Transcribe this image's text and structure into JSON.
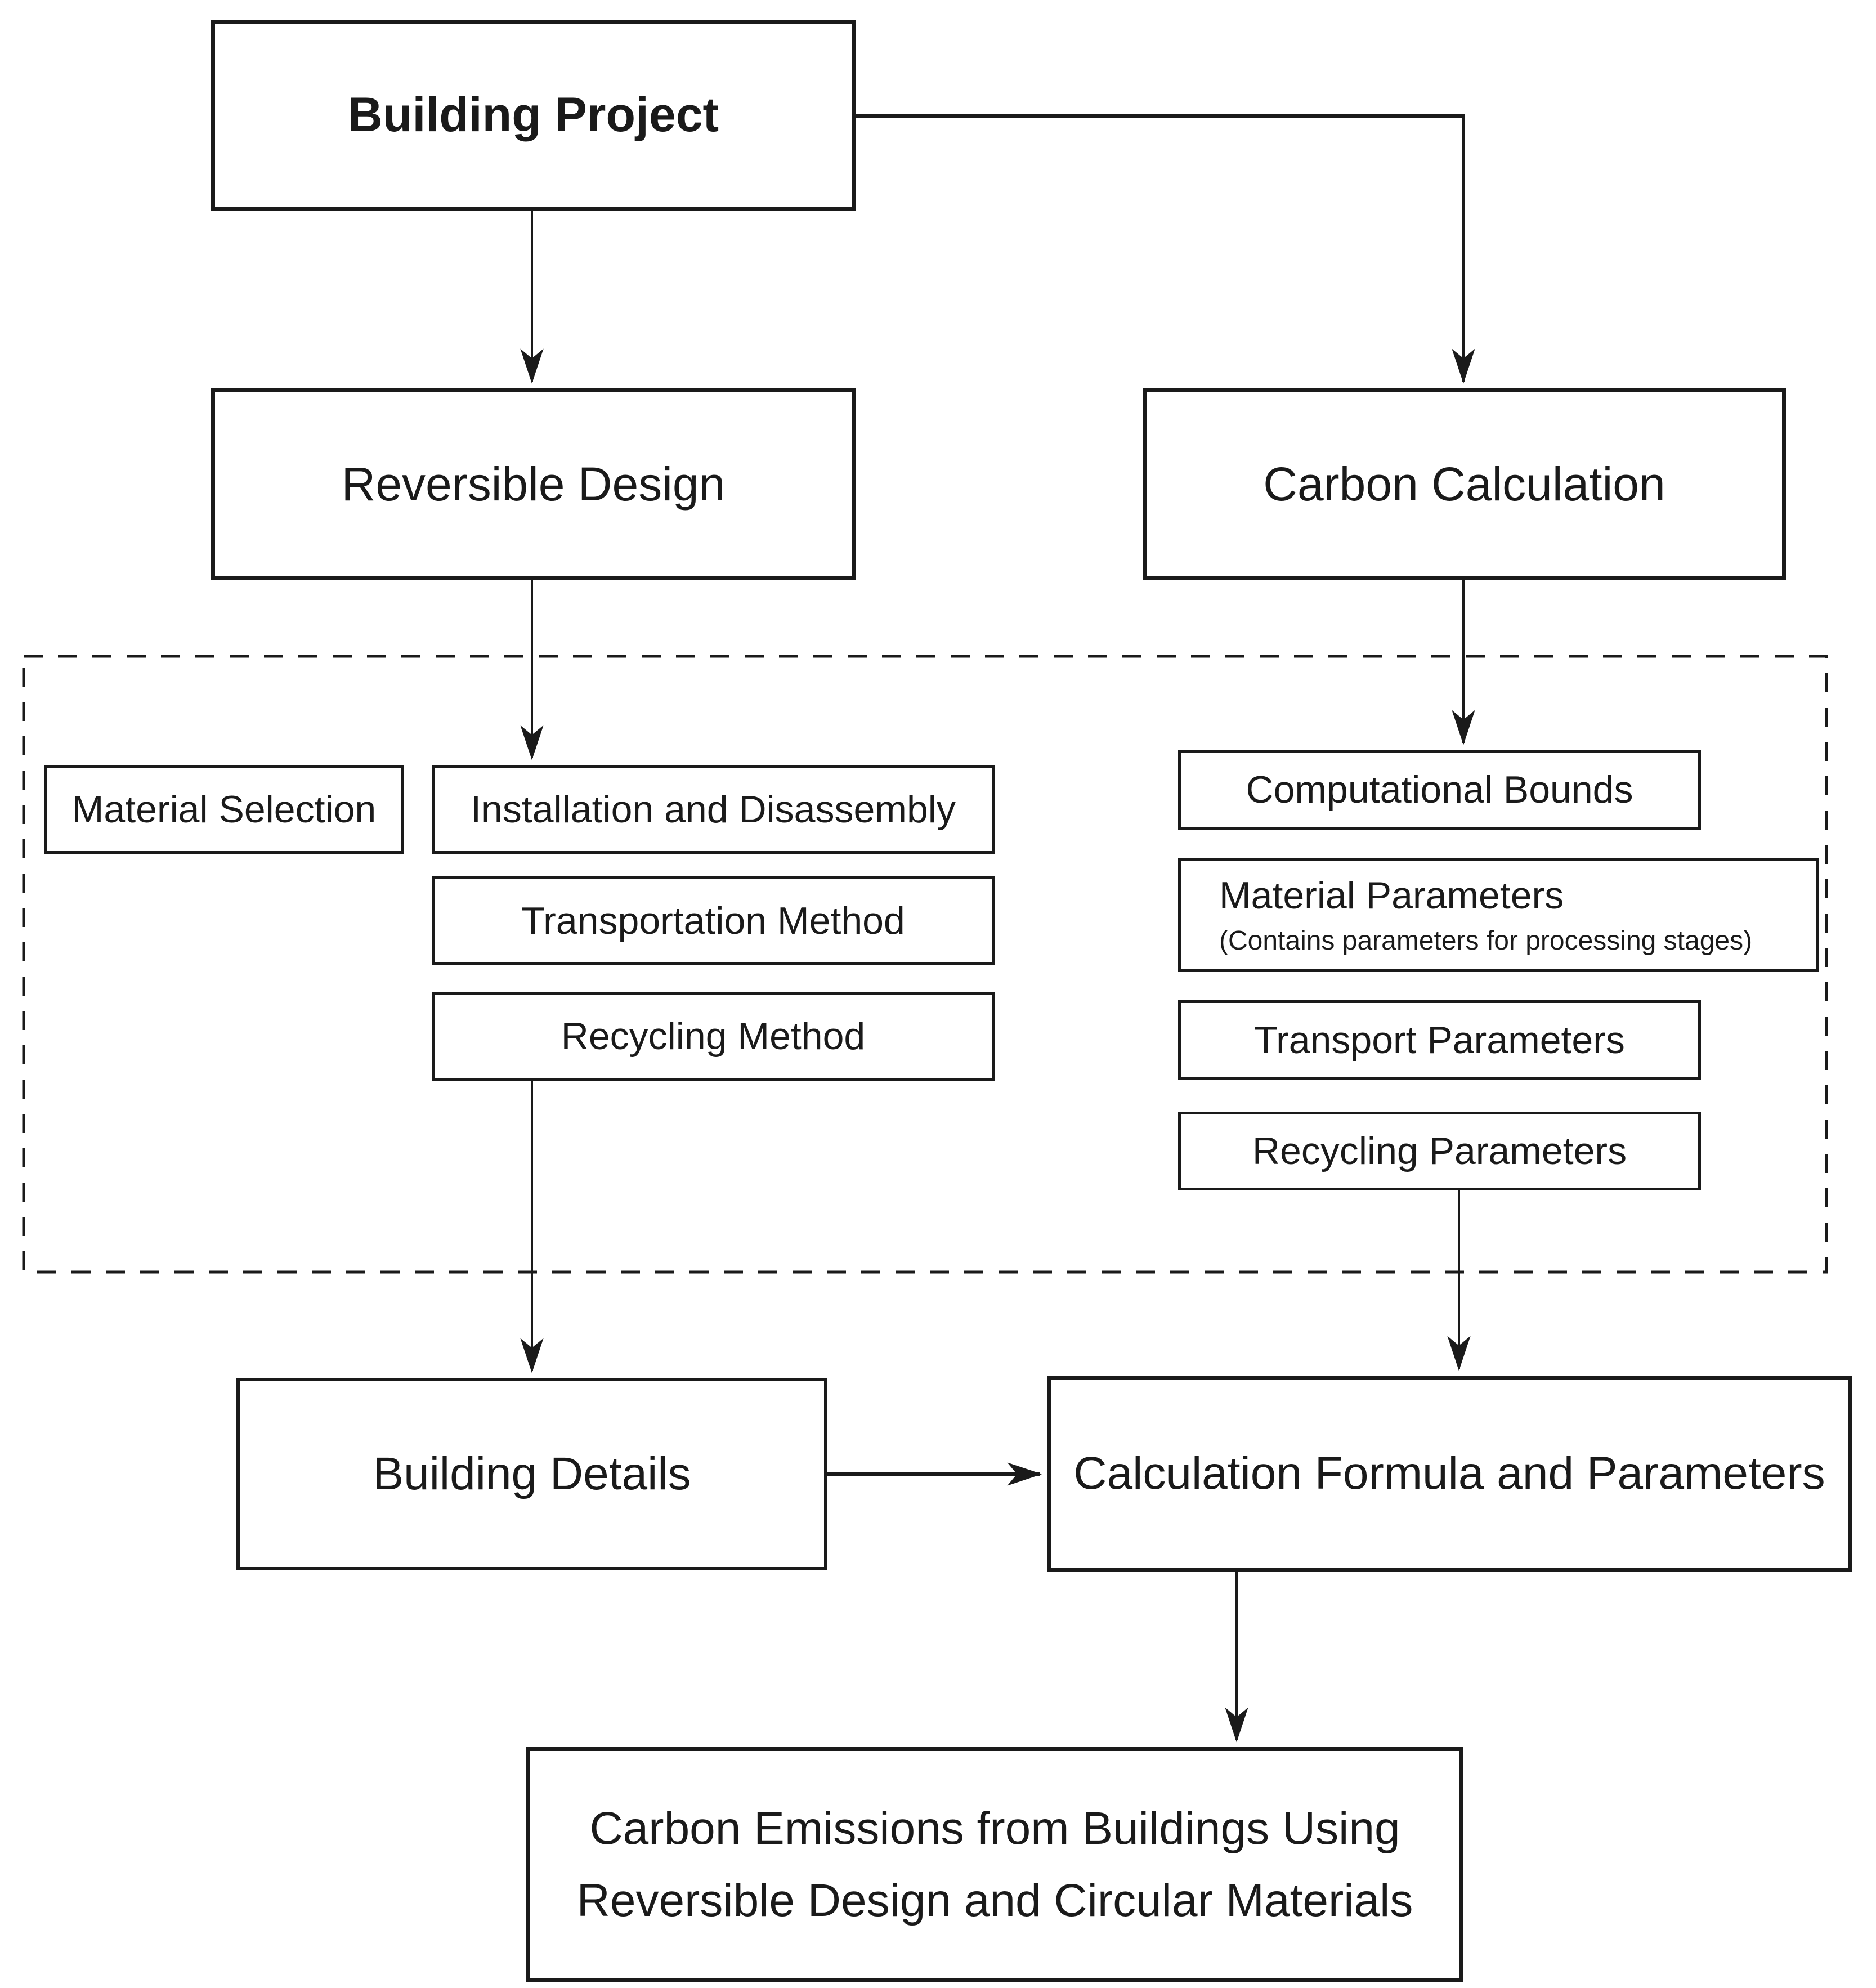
{
  "colors": {
    "stroke": "#1a1a1a",
    "text": "#1a1a1a",
    "background": "#ffffff"
  },
  "nodes": {
    "building_project": {
      "label": "Building Project"
    },
    "reversible_design": {
      "label": "Reversible Design"
    },
    "carbon_calculation": {
      "label": "Carbon Calculation"
    },
    "material_selection": {
      "label": "Material Selection"
    },
    "installation_disassembly": {
      "label": "Installation and Disassembly"
    },
    "transportation_method": {
      "label": "Transportation Method"
    },
    "recycling_method": {
      "label": "Recycling Method"
    },
    "computational_bounds": {
      "label": "Computational Bounds"
    },
    "material_parameters": {
      "label": "Material Parameters",
      "note": "(Contains parameters for processing stages)"
    },
    "transport_parameters": {
      "label": "Transport Parameters"
    },
    "recycling_parameters": {
      "label": "Recycling Parameters"
    },
    "building_details": {
      "label": "Building Details"
    },
    "calculation_formula": {
      "label": "Calculation Formula and Parameters"
    },
    "carbon_emissions": {
      "label": "Carbon Emissions from Buildings Using Reversible Design and Circular Materials"
    }
  },
  "edges": [
    {
      "from": "building_project",
      "to": "reversible_design"
    },
    {
      "from": "building_project",
      "to": "carbon_calculation"
    },
    {
      "from": "reversible_design",
      "to": "installation_disassembly"
    },
    {
      "from": "carbon_calculation",
      "to": "computational_bounds"
    },
    {
      "from": "recycling_method",
      "to": "building_details"
    },
    {
      "from": "recycling_parameters",
      "to": "calculation_formula"
    },
    {
      "from": "building_details",
      "to": "calculation_formula"
    },
    {
      "from": "calculation_formula",
      "to": "carbon_emissions"
    }
  ],
  "groups": {
    "dashed_boundary": {
      "contains": [
        "material_selection",
        "installation_disassembly",
        "transportation_method",
        "recycling_method",
        "computational_bounds",
        "material_parameters",
        "transport_parameters",
        "recycling_parameters"
      ]
    }
  }
}
